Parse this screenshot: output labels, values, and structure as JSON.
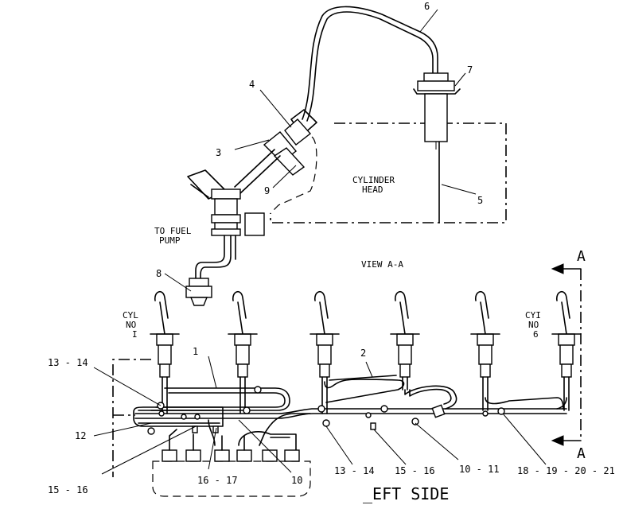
{
  "callouts": {
    "c1": "1",
    "c2": "2",
    "c3": "3",
    "c4": "4",
    "c5": "5",
    "c6": "6",
    "c7": "7",
    "c8": "8",
    "c9": "9",
    "c10": "10",
    "c12": "12",
    "c13_14_top": "13 - 14",
    "c13_14_bottom": "13 - 14",
    "c15_16_left": "15 - 16",
    "c15_16_mid": "15 - 16",
    "c16_17": "16 - 17",
    "c10_11": "10 - 11",
    "c18_21": "18 - 19 - 20 - 21"
  },
  "labels": {
    "cylinder_head_1": "CYLINDER",
    "cylinder_head_2": "HEAD",
    "fuel_pump_1": "TO FUEL",
    "fuel_pump_2": "PUMP",
    "view": "VIEW A-A",
    "cyl_left_1": "CYL",
    "cyl_left_2": "NO",
    "cyl_left_3": "I",
    "cyl_right_1": "CYI",
    "cyl_right_2": "NO",
    "cyl_right_3": "6",
    "section_a_top": "A",
    "section_a_bottom": "A",
    "left_side": "_EFT SIDE"
  }
}
